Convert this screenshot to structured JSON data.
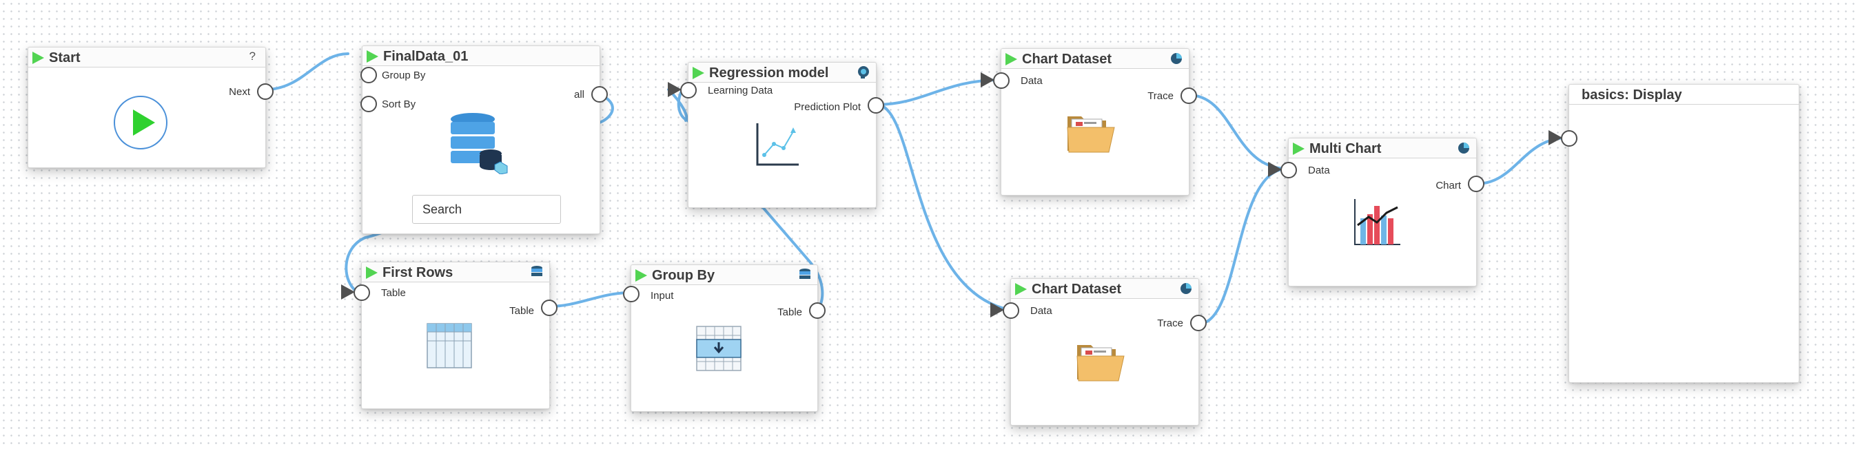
{
  "canvas": {
    "dot_color": "#cfd3d8",
    "wire_color": "#6db3e8",
    "accent_play": "#52d452"
  },
  "nodes": {
    "start": {
      "title": "Start",
      "help": "?",
      "out_next": "Next",
      "icon": "play-circle-icon"
    },
    "finaldata": {
      "title": "FinalData_01",
      "in_group_by": "Group By",
      "in_sort_by": "Sort By",
      "out_all": "all",
      "search_placeholder": "Search",
      "icon": "database-icon"
    },
    "regression": {
      "title": "Regression model",
      "in_learning": "Learning Data",
      "out_prediction": "Prediction Plot",
      "icon": "line-chart-icon",
      "header_icon": "ai-head-icon"
    },
    "chartdataset1": {
      "title": "Chart Dataset",
      "in_data": "Data",
      "out_trace": "Trace",
      "icon": "folder-icon",
      "header_icon": "pie-chart-icon"
    },
    "chartdataset2": {
      "title": "Chart Dataset",
      "in_data": "Data",
      "out_trace": "Trace",
      "icon": "folder-icon",
      "header_icon": "pie-chart-icon"
    },
    "multichart": {
      "title": "Multi Chart",
      "in_data": "Data",
      "out_chart": "Chart",
      "icon": "bar-line-chart-icon",
      "header_icon": "pie-chart-icon"
    },
    "firstrows": {
      "title": "First Rows",
      "in_table": "Table",
      "out_table": "Table",
      "icon": "table-grid-icon",
      "header_icon": "database-small-icon"
    },
    "groupby": {
      "title": "Group By",
      "in_input": "Input",
      "out_table": "Table",
      "icon": "table-group-icon",
      "header_icon": "database-small-icon"
    },
    "display": {
      "title": "basics:  Display"
    }
  }
}
